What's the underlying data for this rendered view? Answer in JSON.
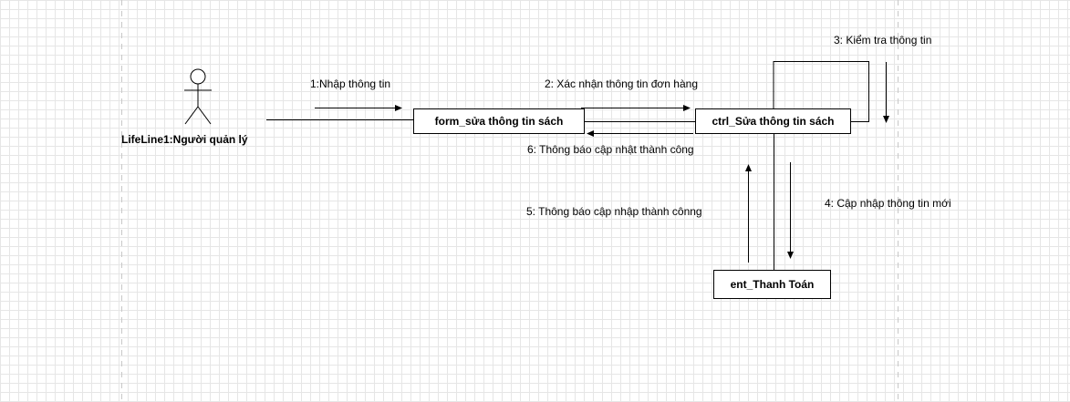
{
  "actor": {
    "label": "LifeLine1:Người quản lý"
  },
  "objects": {
    "form": "form_sửa thông tin sách",
    "ctrl": "ctrl_Sửa thông tin sách",
    "entity": "ent_Thanh Toán"
  },
  "messages": [
    {
      "label": "1:Nhập thông tin"
    },
    {
      "label": "2: Xác nhận thông tin đơn hàng"
    },
    {
      "label": "3: Kiểm tra thông tin"
    },
    {
      "label": "4: Cập nhập thông tin mới"
    },
    {
      "label": "5: Thông báo cập nhập thành cônng"
    },
    {
      "label": "6: Thông báo cập nhật thành công"
    }
  ]
}
